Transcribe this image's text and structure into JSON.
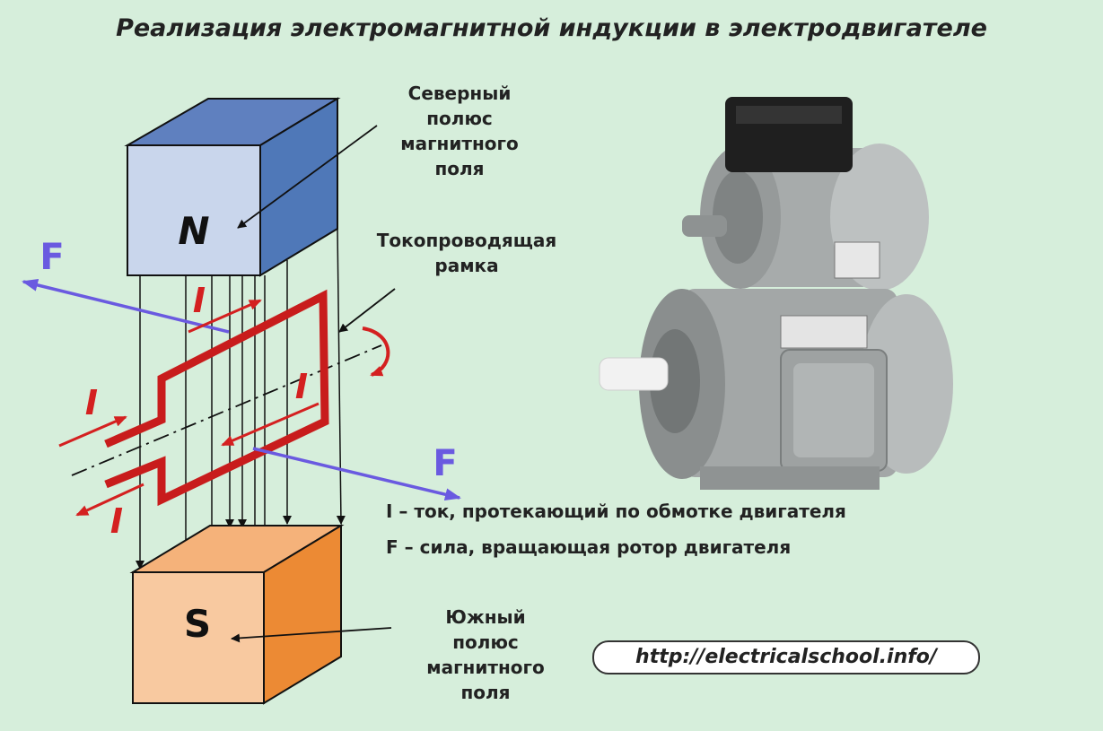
{
  "title": "Реализация электромагнитной индукции в электродвигателе",
  "labels": {
    "north_pole_lines": [
      "Северный",
      "полюс",
      "магнитного",
      "поля"
    ],
    "frame_lines": [
      "Токопроводящая",
      "рамка"
    ],
    "south_pole_lines": [
      "Южный",
      "полюс",
      "магнитного",
      "поля"
    ],
    "north_letter": "N",
    "south_letter": "S",
    "force_symbol": "F",
    "current_symbol": "I"
  },
  "legend": {
    "current": "I – ток, протекающий по обмотке двигателя",
    "force": "F – сила, вращающая ротор двигателя"
  },
  "url": "http://electricalschool.info/",
  "colors": {
    "background": "#d6eedb",
    "north_front": "#c9d6ec",
    "north_side": "#4f78b8",
    "north_top": "#5f80bf",
    "south_front": "#f8c9a0",
    "south_side": "#ec8a34",
    "south_top": "#f5b27a",
    "frame": "#c81c1c",
    "force": "#6a5ae0",
    "current": "#d42020"
  }
}
